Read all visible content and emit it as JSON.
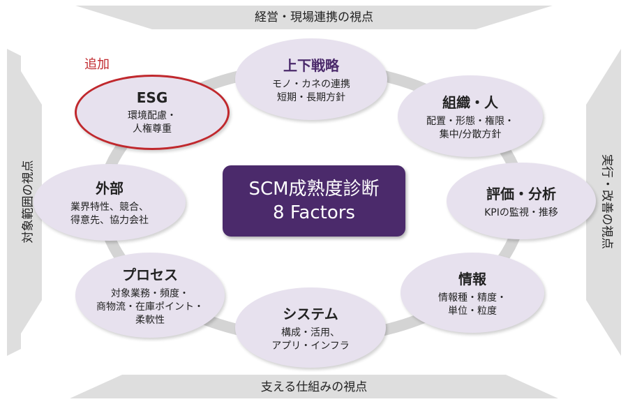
{
  "perspectives": {
    "top": "経営・現場連携の視点",
    "bottom": "支える仕組みの視点",
    "left": "対象範囲の視点",
    "right": "実行・改善の視点"
  },
  "center": {
    "line1": "SCM成熟度診断",
    "line2": "8 Factors"
  },
  "added_label": "追加",
  "factors": [
    {
      "title": "上下戦略",
      "desc": "モノ・カネの連携\n短期・長期方針",
      "title_color": "#4b2a6b"
    },
    {
      "title": "組織・人",
      "desc": "配置・形態・権限・\n集中/分散方針"
    },
    {
      "title": "評価・分析",
      "desc": "KPIの監視・推移"
    },
    {
      "title": "情報",
      "desc": "情報種・精度・\n単位・粒度"
    },
    {
      "title": "システム",
      "desc": "構成・活用、\nアプリ・インフラ"
    },
    {
      "title": "プロセス",
      "desc": "対象業務・頻度・\n商物流・在庫ポイント・\n柔軟性"
    },
    {
      "title": "外部",
      "desc": "業界特性、競合、\n得意先、協力会社"
    },
    {
      "title": "ESG",
      "desc": "環境配慮・\n人権尊重",
      "highlight": "#c0282d"
    }
  ],
  "colors": {
    "center_fill": "#4b2a6b",
    "node_fill": "#e7e1ee",
    "ring": "#d4d4d4",
    "frame": "#dedede"
  }
}
